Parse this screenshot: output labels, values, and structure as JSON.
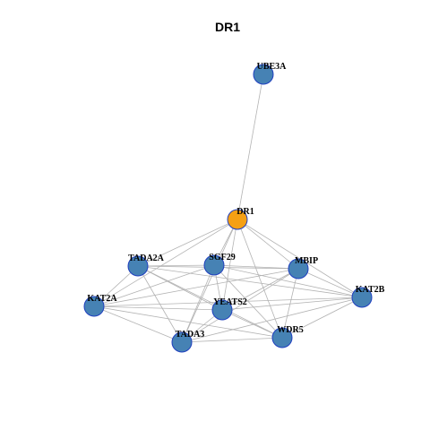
{
  "title": "DR1",
  "colors": {
    "edge": "#b3b3b3",
    "node_fill": "#4682b4",
    "node_stroke": "#1f3fbf",
    "center_fill": "#f5a014",
    "center_stroke": "#1f3fbf"
  },
  "nodes": [
    {
      "id": "DR1",
      "label": "DR1",
      "center": true
    },
    {
      "id": "UBE3A",
      "label": "UBE3A"
    },
    {
      "id": "TADA2A",
      "label": "TADA2A"
    },
    {
      "id": "SGF29",
      "label": "SGF29"
    },
    {
      "id": "MBIP",
      "label": "MBIP"
    },
    {
      "id": "KAT2A",
      "label": "KAT2A"
    },
    {
      "id": "YEATS2",
      "label": "YEATS2"
    },
    {
      "id": "KAT2B",
      "label": "KAT2B"
    },
    {
      "id": "TADA3",
      "label": "TADA3"
    },
    {
      "id": "WDR5",
      "label": "WDR5"
    }
  ],
  "edges": [
    [
      "DR1",
      "UBE3A"
    ],
    [
      "DR1",
      "TADA2A"
    ],
    [
      "DR1",
      "SGF29"
    ],
    [
      "DR1",
      "MBIP"
    ],
    [
      "DR1",
      "KAT2A"
    ],
    [
      "DR1",
      "YEATS2"
    ],
    [
      "DR1",
      "KAT2B"
    ],
    [
      "DR1",
      "TADA3"
    ],
    [
      "DR1",
      "WDR5"
    ],
    [
      "TADA2A",
      "SGF29"
    ],
    [
      "TADA2A",
      "MBIP"
    ],
    [
      "TADA2A",
      "KAT2A"
    ],
    [
      "TADA2A",
      "YEATS2"
    ],
    [
      "TADA2A",
      "KAT2B"
    ],
    [
      "TADA2A",
      "TADA3"
    ],
    [
      "TADA2A",
      "WDR5"
    ],
    [
      "SGF29",
      "MBIP"
    ],
    [
      "SGF29",
      "KAT2A"
    ],
    [
      "SGF29",
      "YEATS2"
    ],
    [
      "SGF29",
      "KAT2B"
    ],
    [
      "SGF29",
      "TADA3"
    ],
    [
      "SGF29",
      "WDR5"
    ],
    [
      "MBIP",
      "KAT2A"
    ],
    [
      "MBIP",
      "YEATS2"
    ],
    [
      "MBIP",
      "KAT2B"
    ],
    [
      "MBIP",
      "TADA3"
    ],
    [
      "MBIP",
      "WDR5"
    ],
    [
      "KAT2A",
      "YEATS2"
    ],
    [
      "KAT2A",
      "KAT2B"
    ],
    [
      "KAT2A",
      "TADA3"
    ],
    [
      "KAT2A",
      "WDR5"
    ],
    [
      "YEATS2",
      "KAT2B"
    ],
    [
      "YEATS2",
      "TADA3"
    ],
    [
      "YEATS2",
      "WDR5"
    ],
    [
      "KAT2B",
      "TADA3"
    ],
    [
      "KAT2B",
      "WDR5"
    ],
    [
      "TADA3",
      "WDR5"
    ]
  ]
}
